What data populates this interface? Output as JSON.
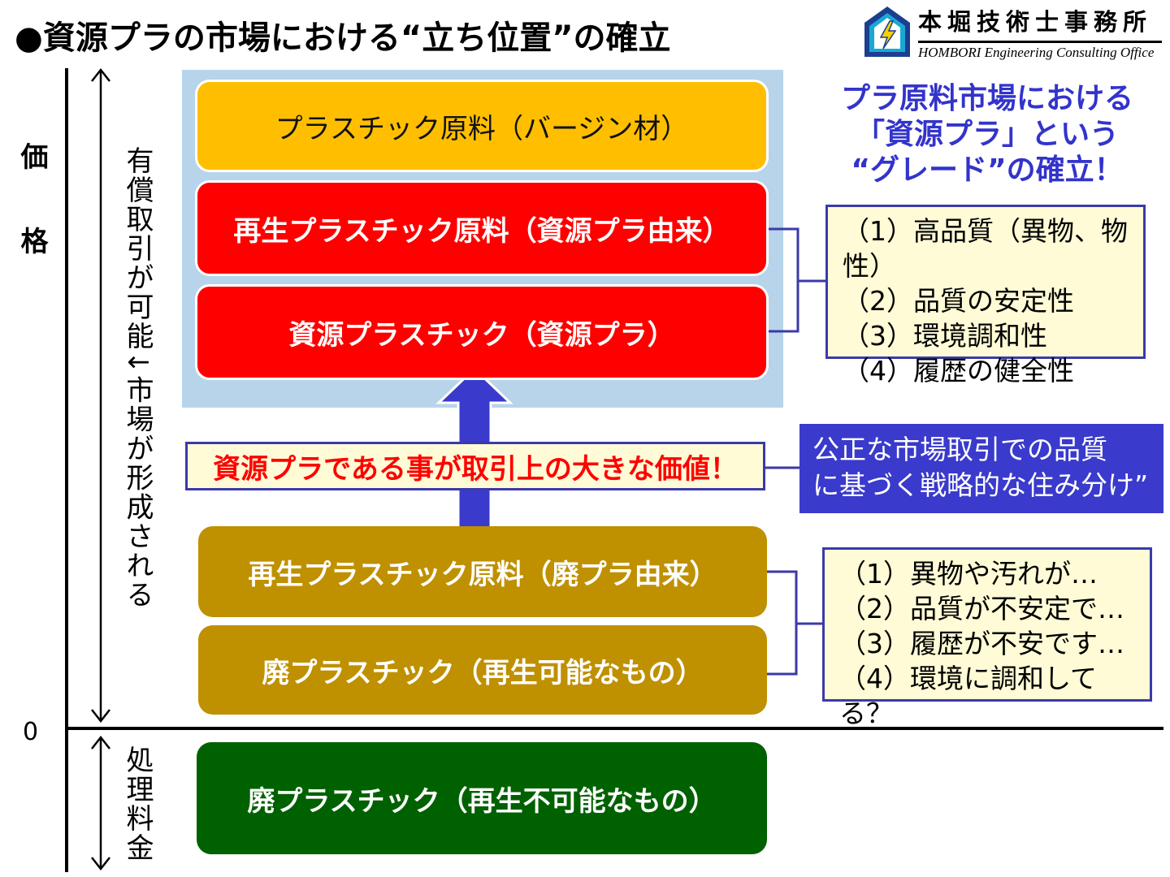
{
  "title": "●資源プラの市場における“立ち位置”の確立",
  "logo": {
    "name": "本堀技術士事務所",
    "subtitle": "HOMBORI Engineering Consulting Office",
    "icon": "lightning-house-icon",
    "colors": {
      "navy": "#1b3f8f",
      "cyan": "#19a8d6",
      "yellow": "#f5d000"
    }
  },
  "axis": {
    "price_label": "価格",
    "zero_label": "0",
    "upper_label": "有償取引が可能↓市場が形成される",
    "lower_label": "処理料金"
  },
  "boxes": {
    "virgin": "プラスチック原料（バージン材）",
    "recycled_resource": "再生プラスチック原料（資源プラ由来）",
    "resource_plastic": "資源プラスチック（資源プラ）",
    "recycled_waste": "再生プラスチック原料（廃プラ由来）",
    "waste_recyclable": "廃プラスチック（再生可能なもの）",
    "waste_unrecyclable": "廃プラスチック（再生不可能なもの）"
  },
  "value_banner": "資源プラである事が取引上の大きな価値！",
  "grade_text": [
    "プラ原料市場における",
    "「資源プラ」という",
    "“グレード”の確立！"
  ],
  "quality_list_good": [
    "（1）高品質（異物、物性）",
    "（2）品質の安定性",
    "（3）環境調和性",
    "（4）履歴の健全性"
  ],
  "quality_list_bad": [
    "（1）異物や汚れが…",
    "（2）品質が不安定で…",
    "（3）履歴が不安です…",
    "（4）環境に調和してる？"
  ],
  "fair_market": [
    "公正な市場取引での品質",
    "に基づく戦略的な住み分け”"
  ],
  "colors": {
    "band": "#b7d4ea",
    "virgin": "#ffbf00",
    "red": "#ff0000",
    "gold": "#bf9000",
    "green": "#006100",
    "blue": "#3a3acc",
    "cream": "#fffbd6"
  }
}
